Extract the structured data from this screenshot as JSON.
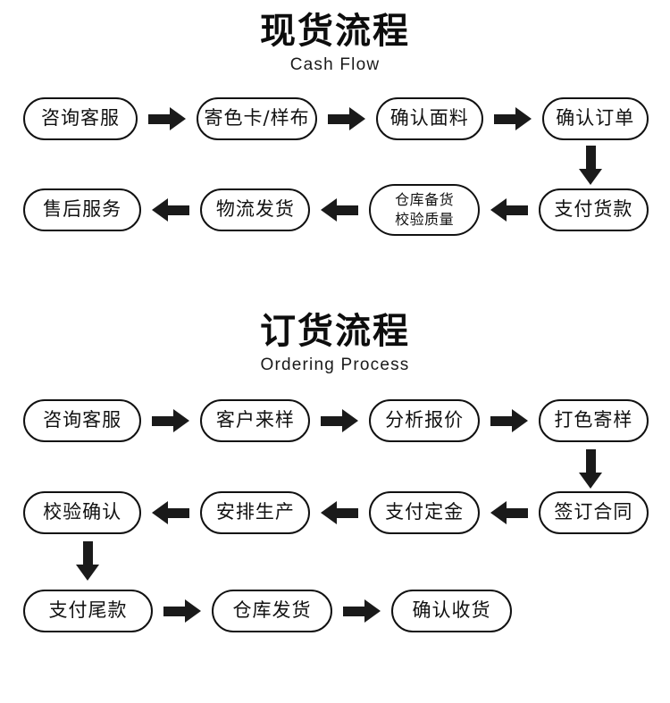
{
  "sections": [
    {
      "title_cn": "现货流程",
      "title_en": "Cash  Flow",
      "rows": [
        {
          "direction": "right",
          "nodes": [
            {
              "label": "咨询客服"
            },
            {
              "label": "寄色卡/样布"
            },
            {
              "label": "确认面料"
            },
            {
              "label": "确认订单"
            }
          ]
        },
        {
          "direction": "left",
          "nodes": [
            {
              "label": "售后服务"
            },
            {
              "label": "物流发货"
            },
            {
              "label": "仓库备货\n校验质量",
              "line1": "仓库备货",
              "line2": "校验质量"
            },
            {
              "label": "支付货款"
            }
          ]
        }
      ],
      "down_arrow_after": "确认订单"
    },
    {
      "title_cn": "订货流程",
      "title_en": "Ordering  Process",
      "rows": [
        {
          "direction": "right",
          "nodes": [
            {
              "label": "咨询客服"
            },
            {
              "label": "客户来样"
            },
            {
              "label": "分析报价"
            },
            {
              "label": "打色寄样"
            }
          ]
        },
        {
          "direction": "left",
          "nodes": [
            {
              "label": "校验确认"
            },
            {
              "label": "安排生产"
            },
            {
              "label": "支付定金"
            },
            {
              "label": "签订合同"
            }
          ]
        },
        {
          "direction": "right",
          "nodes": [
            {
              "label": "支付尾款"
            },
            {
              "label": "仓库发货"
            },
            {
              "label": "确认收货"
            }
          ]
        }
      ],
      "down_arrow_after_row1": "打色寄样",
      "down_arrow_after_row2": "校验确认"
    }
  ],
  "colors": {
    "ink": "#111111",
    "arrow": "#1a1a1a",
    "paper": "#ffffff"
  }
}
